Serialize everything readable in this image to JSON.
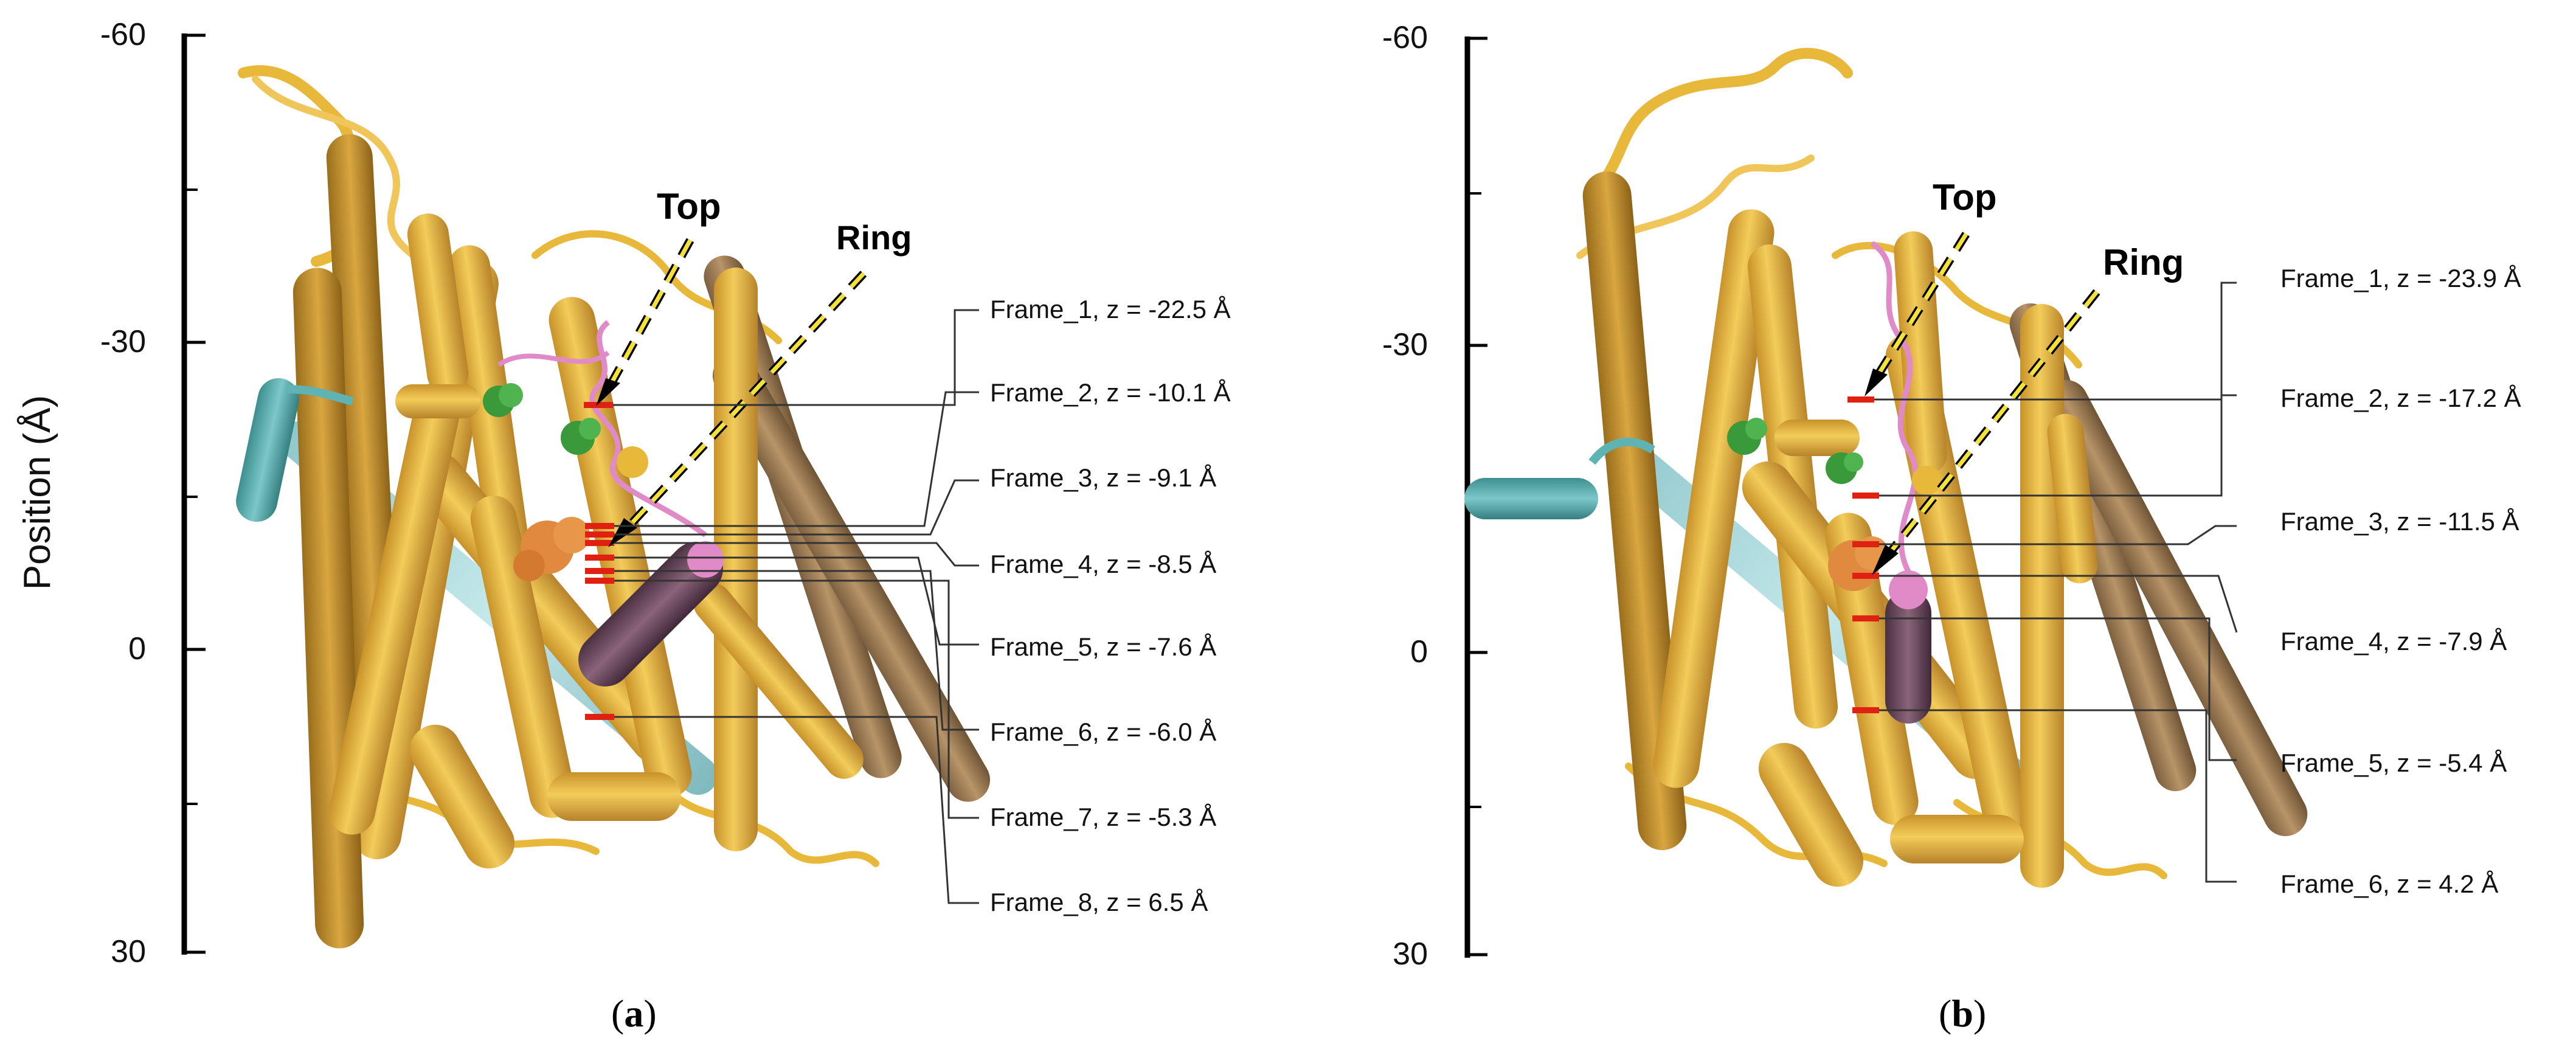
{
  "axis_title": "Position (Å)",
  "panels": [
    {
      "id": "a",
      "caption_open": "(",
      "caption_letter": "a",
      "caption_close": ")",
      "ticks": [
        "-60",
        "-30",
        "0",
        "30"
      ],
      "arrow_top": "Top",
      "arrow_ring": "Ring",
      "frames": [
        "Frame_1, z = -22.5 Å",
        "Frame_2, z = -10.1 Å",
        "Frame_3, z = -9.1 Å",
        "Frame_4, z = -8.5 Å",
        "Frame_5, z = -7.6 Å",
        "Frame_6, z = -6.0 Å",
        "Frame_7, z = -5.3 Å",
        "Frame_8, z = 6.5 Å"
      ]
    },
    {
      "id": "b",
      "caption_open": "(",
      "caption_letter": "b",
      "caption_close": ")",
      "ticks": [
        "-60",
        "-30",
        "0",
        "30"
      ],
      "arrow_top": "Top",
      "arrow_ring": "Ring",
      "frames": [
        "Frame_1, z = -23.9 Å",
        "Frame_2, z = -17.2 Å",
        "Frame_3, z = -11.5 Å",
        "Frame_4, z = -7.9 Å",
        "Frame_5, z = -5.4 Å",
        "Frame_6, z = 4.2 Å"
      ]
    }
  ],
  "colors": {
    "helix_gold": "#e8b83a",
    "helix_dark_gold": "#c8922a",
    "helix_brown": "#a8865a",
    "helix_teal": "#5fb3b3",
    "helix_lightblue": "#9fd3d6",
    "ligand_dark": "#6a4a5a",
    "ligand_pink": "#e08ac8",
    "marker_red": "#e02010",
    "residue_green": "#3a9a3a",
    "residue_orange": "#e08a40"
  }
}
